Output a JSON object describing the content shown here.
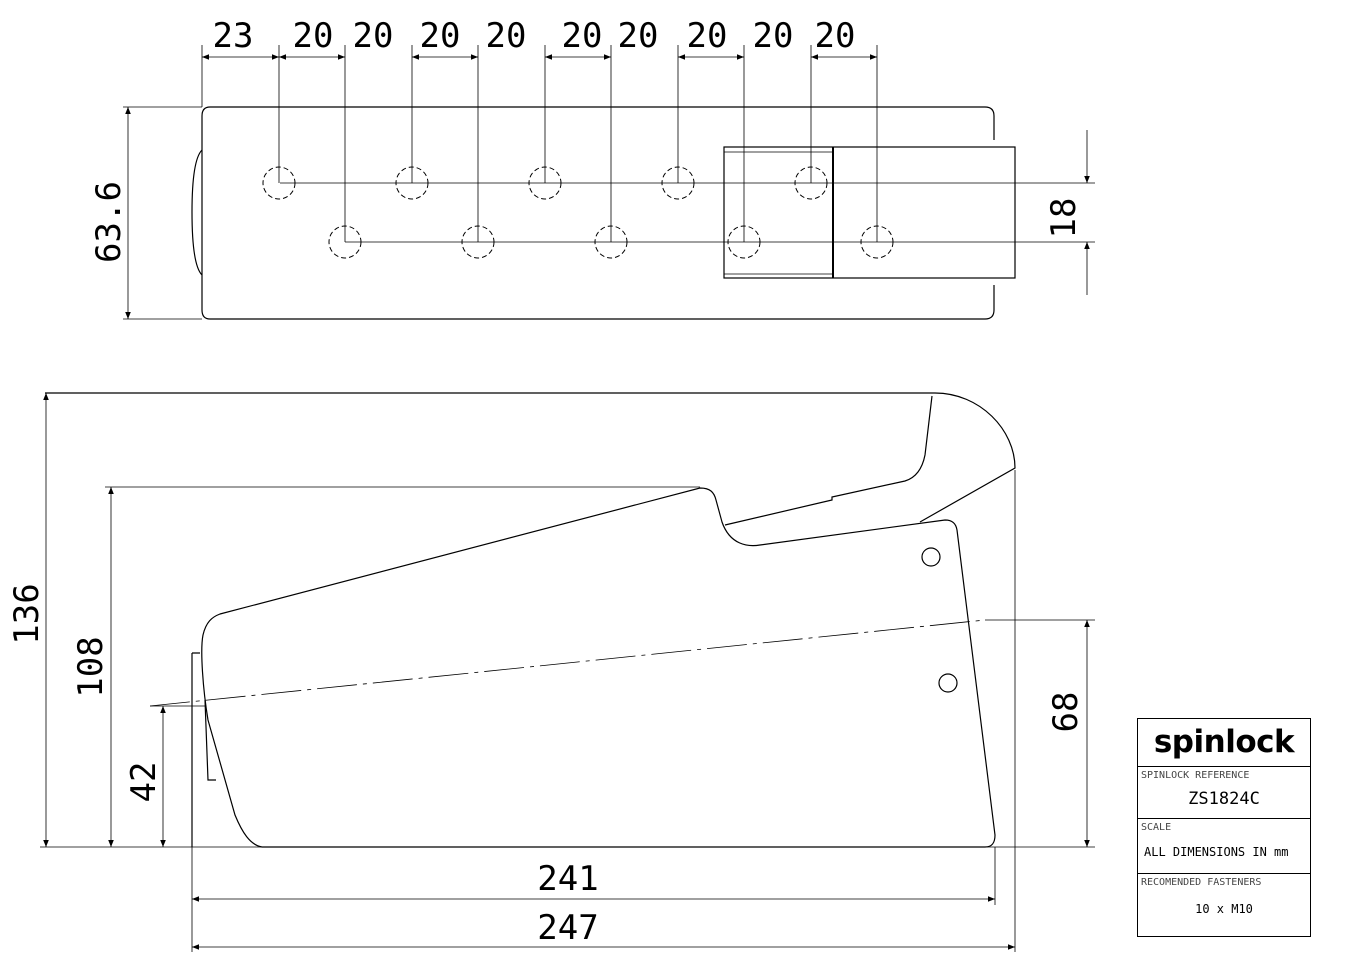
{
  "top_view": {
    "spacing_dims": [
      "23",
      "20",
      "20",
      "20",
      "20",
      "20",
      "20",
      "20",
      "20",
      "20"
    ],
    "width_dim": "63.6",
    "row_offset_dim": "18"
  },
  "side_view": {
    "height_overall_dim": "136",
    "height_body_dim": "108",
    "axis_left_dim": "42",
    "axis_right_dim": "68",
    "length_base_dim": "241",
    "length_overall_dim": "247"
  },
  "title_block": {
    "logo": "spinlock",
    "reference_label": "SPINLOCK REFERENCE",
    "reference_value": "ZS1824C",
    "scale_label": "SCALE",
    "scale_value": "ALL DIMENSIONS IN mm",
    "fasteners_label": "RECOMENDED FASTENERS",
    "fasteners_value": "10 x M10"
  }
}
